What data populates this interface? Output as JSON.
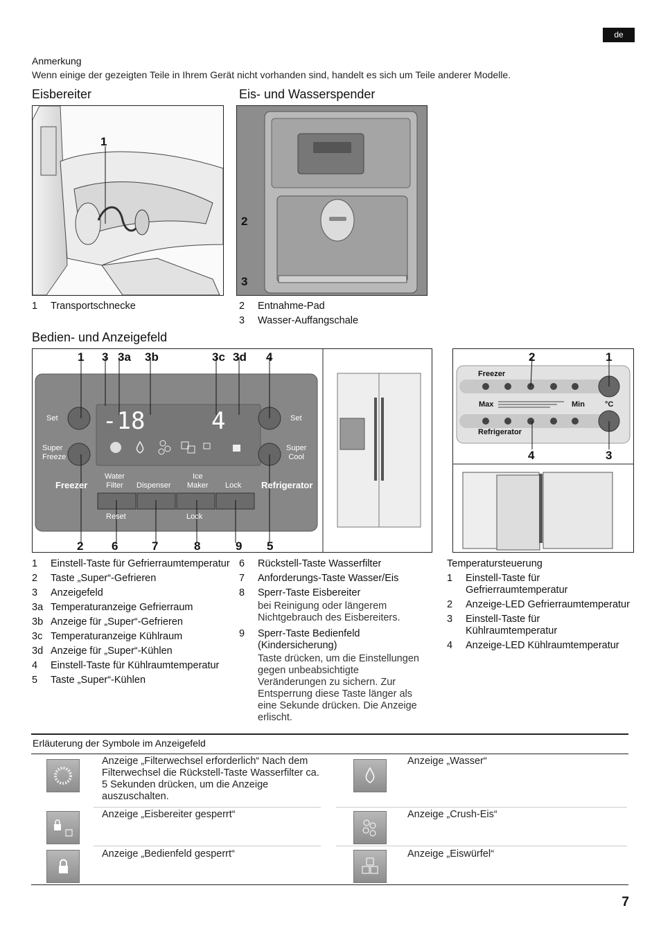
{
  "lang": "de",
  "note": {
    "heading": "Anmerkung",
    "text": "Wenn einige der gezeigten Teile in Ihrem Gerät nicht vorhanden sind, handelt es sich um Teile anderer Modelle."
  },
  "sections": {
    "ice_maker": "Eisbereiter",
    "dispenser": "Eis- und Wasserspender",
    "control": "Bedien- und Anzeigefeld"
  },
  "ice_maker_legend": [
    {
      "num": "1",
      "text": "Transportschnecke"
    }
  ],
  "dispenser_legend": [
    {
      "num": "2",
      "text": "Entnahme-Pad"
    },
    {
      "num": "3",
      "text": "Wasser-Auffangschale"
    }
  ],
  "callouts": {
    "ice": [
      "1"
    ],
    "disp": [
      "2",
      "3"
    ],
    "panel_top": [
      "1",
      "3",
      "3a",
      "3b",
      "3c",
      "3d",
      "4"
    ],
    "panel_bottom": [
      "2",
      "6",
      "7",
      "8",
      "9",
      "5"
    ],
    "temp_top": [
      "2",
      "1"
    ],
    "temp_bottom": [
      "4",
      "3"
    ]
  },
  "panel": {
    "set": "Set",
    "super_freeze": [
      "Super",
      "Freeze"
    ],
    "super_cool": [
      "Super",
      "Cool"
    ],
    "freezer": "Freezer",
    "refrigerator": "Refrigerator",
    "water_filter": [
      "Water",
      "Filter"
    ],
    "dispenser": "Dispenser",
    "ice_maker": [
      "Ice",
      "Maker"
    ],
    "lock": "Lock",
    "reset": "Reset",
    "lock2": "Lock",
    "temp_left": "-18",
    "temp_right": "4"
  },
  "temp_panel": {
    "freezer": "Freezer",
    "refrigerator": "Refrigerator",
    "max": "Max",
    "min": "Min",
    "unit": "°C"
  },
  "legend_col1": [
    {
      "num": "1",
      "text": "Einstell-Taste für Gefrierraumtemperatur"
    },
    {
      "num": "2",
      "text": "Taste „Super“-Gefrieren"
    },
    {
      "num": "3",
      "text": "Anzeigefeld"
    },
    {
      "num": "3a",
      "text": "Temperaturanzeige Gefrierraum"
    },
    {
      "num": "3b",
      "text": "Anzeige für „Super“-Gefrieren"
    },
    {
      "num": "3c",
      "text": "Temperaturanzeige Kühlraum"
    },
    {
      "num": "3d",
      "text": "Anzeige für „Super“-Kühlen"
    },
    {
      "num": "4",
      "text": "Einstell-Taste für Kühlraumtemperatur"
    },
    {
      "num": "5",
      "text": "Taste „Super“-Kühlen"
    }
  ],
  "legend_col2": [
    {
      "num": "6",
      "text": "Rückstell-Taste Wasserfilter",
      "sub": ""
    },
    {
      "num": "7",
      "text": "Anforderungs-Taste Wasser/Eis",
      "sub": ""
    },
    {
      "num": "8",
      "text": "Sperr-Taste Eisbereiter",
      "sub": "bei Reinigung oder längerem Nichtgebrauch des Eisbereiters."
    },
    {
      "num": "9",
      "text": "Sperr-Taste Bedienfeld (Kindersicherung)",
      "sub": "Taste drücken, um die Einstellungen gegen unbeabsichtigte Veränderungen zu sichern. Zur Entsperrung diese Taste länger als eine Sekunde drücken. Die Anzeige erlischt."
    }
  ],
  "legend_col3": {
    "heading": "Temperatursteuerung",
    "items": [
      {
        "num": "1",
        "text": "Einstell-Taste für Gefrierraumtemperatur"
      },
      {
        "num": "2",
        "text": "Anzeige-LED Gefrierraumtemperatur"
      },
      {
        "num": "3",
        "text": "Einstell-Taste für Kühlraumtemperatur"
      },
      {
        "num": "4",
        "text": "Anzeige-LED Kühlraumtemperatur"
      }
    ]
  },
  "symbols": {
    "title": "Erläuterung der Symbole im Anzeigefeld",
    "left": [
      {
        "icon": "filter-icon",
        "text": "Anzeige „Filterwechsel erforderlich“ Nach dem Filterwechsel die Rückstell-Taste Wasserfilter ca. 5 Sekunden drücken, um die Anzeige auszuschalten."
      },
      {
        "icon": "icemaker-locked-icon",
        "text": "Anzeige „Eisbereiter gesperrt“"
      },
      {
        "icon": "panel-locked-icon",
        "text": "Anzeige „Bedienfeld gesperrt“"
      }
    ],
    "right": [
      {
        "icon": "water-drop-icon",
        "text": "Anzeige „Wasser“"
      },
      {
        "icon": "crushed-ice-icon",
        "text": "Anzeige „Crush-Eis“"
      },
      {
        "icon": "ice-cubes-icon",
        "text": "Anzeige „Eiswürfel“"
      }
    ]
  },
  "page_number": "7"
}
